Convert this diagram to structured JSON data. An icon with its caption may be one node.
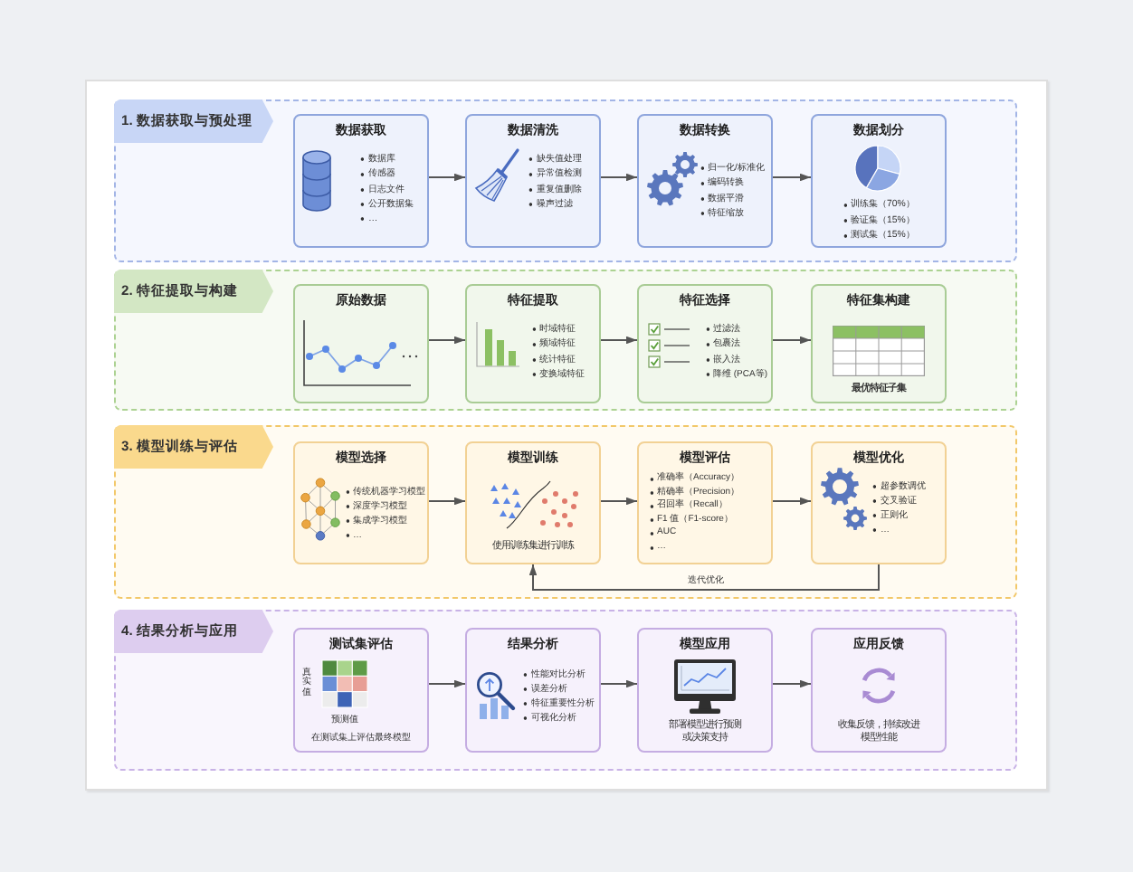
{
  "diagram": {
    "nodes": [
      {
        "text": [
          "1. 数据获取与预处理"
        ]
      },
      {
        "text": [
          "数据获取",
          "数据库",
          "传感器",
          "日志文件",
          "公开数据集",
          "…"
        ],
        "in": 0
      },
      {
        "text": [
          "数据清洗",
          "缺失值处理",
          "异常值检测",
          "重复值删除",
          "噪声过滤"
        ],
        "in": 0
      },
      {
        "text": [
          "数据转换",
          "归一化/标准化",
          "编码转换",
          "数据平滑",
          "特征缩放"
        ],
        "in": 0
      },
      {
        "text": [
          "数据划分",
          "训练集（70%）",
          "验证集（15%）",
          "测试集（15%）"
        ],
        "in": 0
      },
      {
        "text": [
          "2. 特征提取与构建"
        ]
      },
      {
        "text": [
          "原始数据"
        ],
        "in": 5
      },
      {
        "text": [
          "特征提取",
          "时域特征",
          "频域特征",
          "统计特征",
          "变换域特征"
        ],
        "in": 5
      },
      {
        "text": [
          "特征选择",
          "过滤法",
          "包裹法",
          "嵌入法",
          "降维 (PCA等)"
        ],
        "in": 5
      },
      {
        "text": [
          "特征集构建",
          "最优特征子集"
        ],
        "in": 5
      },
      {
        "text": [
          "3. 模型训练与评估"
        ]
      },
      {
        "text": [
          "模型选择",
          "传统机器学习模型",
          "深度学习模型",
          "集成学习模型",
          "…"
        ],
        "in": 10
      },
      {
        "text": [
          "模型训练",
          "使用训练集进行训练"
        ],
        "in": 10
      },
      {
        "text": [
          "模型评估",
          "准确率（Accuracy）",
          "精确率（Precision）",
          "召回率（Recall）",
          "F1 值（F1-score）",
          "AUC",
          "…"
        ],
        "in": 10
      },
      {
        "text": [
          "模型优化",
          "超参数调优",
          "交叉验证",
          "正则化",
          "…"
        ],
        "in": 10
      },
      {
        "text": [
          "4. 结果分析与应用"
        ]
      },
      {
        "text": [
          "测试集评估",
          "真实值",
          "预测值",
          "在测试集上评估最终模型"
        ],
        "in": 15
      },
      {
        "text": [
          "结果分析",
          "性能对比分析",
          "误差分析",
          "特征重要性分析",
          "可视化分析"
        ],
        "in": 15
      },
      {
        "text": [
          "模型应用",
          "部署模型进行预测或决策支持"
        ],
        "in": 15
      },
      {
        "text": [
          "应用反馈",
          "收集反馈，持续改进模型性能"
        ],
        "in": 15
      }
    ],
    "edges": [
      {
        "from": 1,
        "to": 2,
        "arrow": "to"
      },
      {
        "from": 2,
        "to": 3,
        "arrow": "to"
      },
      {
        "from": 3,
        "to": 4,
        "arrow": "to"
      },
      {
        "from": 6,
        "to": 7,
        "arrow": "to"
      },
      {
        "from": 7,
        "to": 8,
        "arrow": "to"
      },
      {
        "from": 8,
        "to": 9,
        "arrow": "to"
      },
      {
        "from": 11,
        "to": 12,
        "arrow": "to"
      },
      {
        "from": 12,
        "to": 13,
        "arrow": "to"
      },
      {
        "from": 13,
        "to": 14,
        "arrow": "to"
      },
      {
        "from": 14,
        "to": 12,
        "arrow": "to",
        "label": "迭代优化"
      },
      {
        "from": 16,
        "to": 17,
        "arrow": "to"
      },
      {
        "from": 17,
        "to": 18,
        "arrow": "to"
      },
      {
        "from": 18,
        "to": 19,
        "arrow": "to"
      }
    ]
  }
}
